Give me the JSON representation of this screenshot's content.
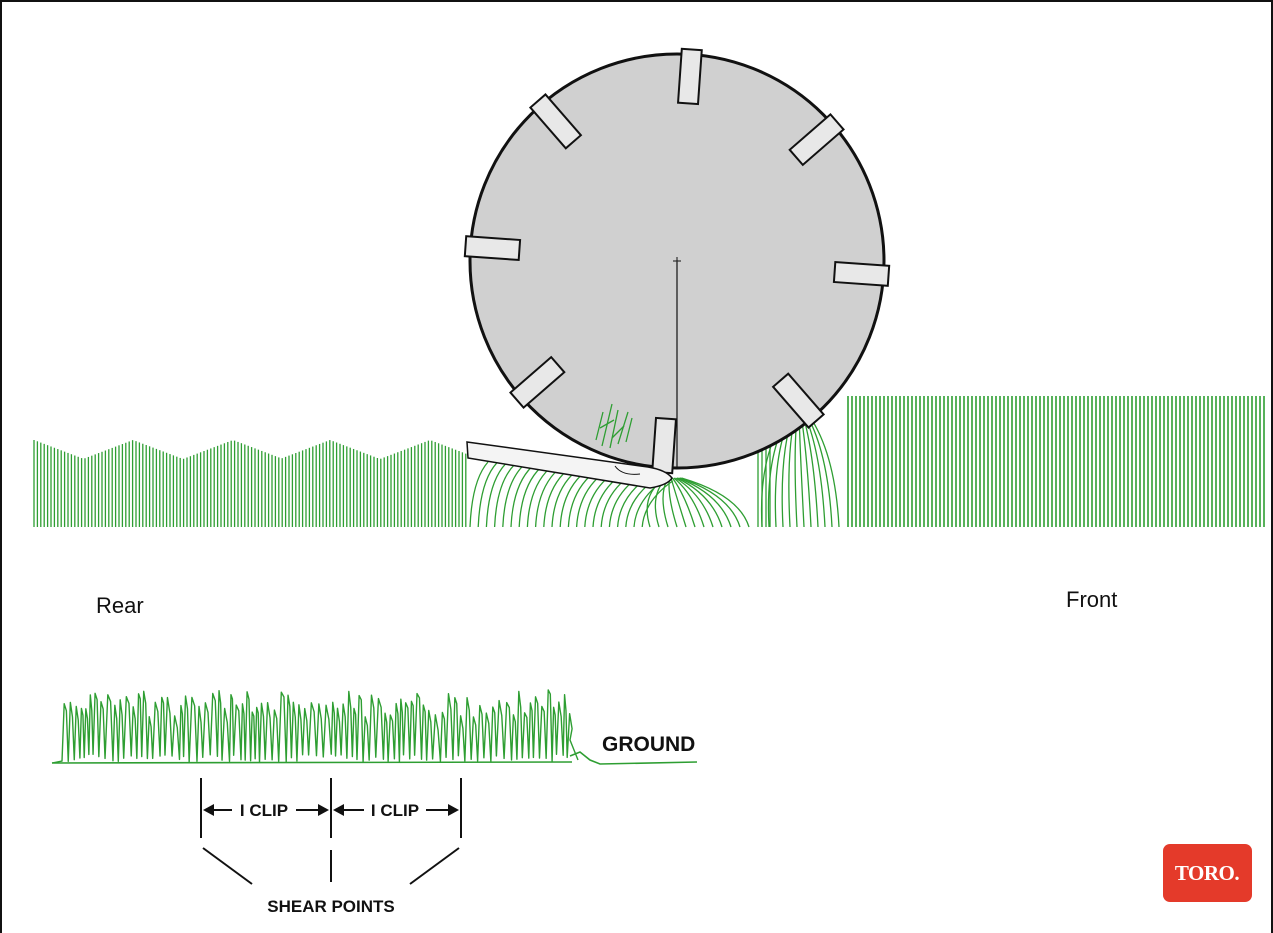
{
  "labels": {
    "rear": "Rear",
    "front": "Front",
    "ground": "GROUND",
    "clip_1": "I CLIP",
    "clip_2": "I CLIP",
    "shear_points": "SHEAR POINTS"
  },
  "logo": {
    "text": "TORO."
  },
  "reel": {
    "blade_count": 8
  },
  "colors": {
    "grass": "#2e9e32",
    "reel_fill": "#d0d0d0",
    "outline": "#111111",
    "logo_bg": "#e43a2a",
    "bedknife_fill": "#f4f4f4"
  }
}
